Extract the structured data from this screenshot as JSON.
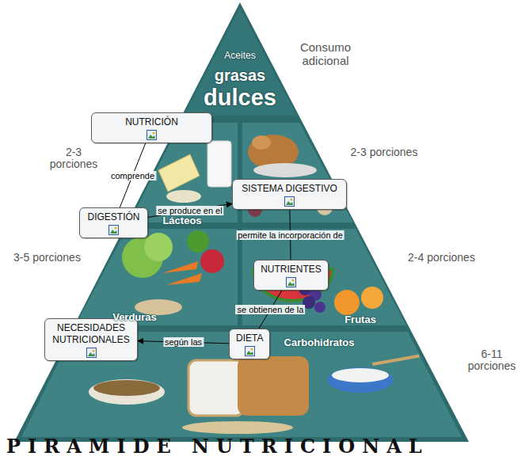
{
  "diagram": {
    "title": "PIRAMIDE NUTRICIONAL",
    "nodes": [
      {
        "text": [
          "NUTRICIÓN"
        ]
      },
      {
        "text": [
          "DIGESTIÓN"
        ]
      },
      {
        "text": [
          "SISTEMA DIGESTIVO"
        ]
      },
      {
        "text": [
          "NUTRIENTES"
        ]
      },
      {
        "text": [
          "DIETA"
        ]
      },
      {
        "text": [
          "NECESIDADES NUTRICIONALES"
        ]
      }
    ],
    "edges": [
      {
        "from": 0,
        "to": 1,
        "label": "comprende",
        "arrow": "none"
      },
      {
        "from": 1,
        "to": 2,
        "label": "se produce en el",
        "arrow": "to"
      },
      {
        "from": 2,
        "to": 3,
        "label": "permite la incorporación de",
        "arrow": "none"
      },
      {
        "from": 3,
        "to": 4,
        "label": "se obtienen de la",
        "arrow": "none"
      },
      {
        "from": 4,
        "to": 5,
        "label": "según las",
        "arrow": "to"
      }
    ],
    "labels": [
      "Aceites",
      "grasas",
      "dulces",
      "Consumo adicional",
      "2-3 porciones",
      "2-3 porciones",
      "Lácteos",
      "3-5 porciones",
      "2-4 porciones",
      "Verduras",
      "Frutas",
      "Carbohidratos",
      "6-11 porciones"
    ]
  }
}
